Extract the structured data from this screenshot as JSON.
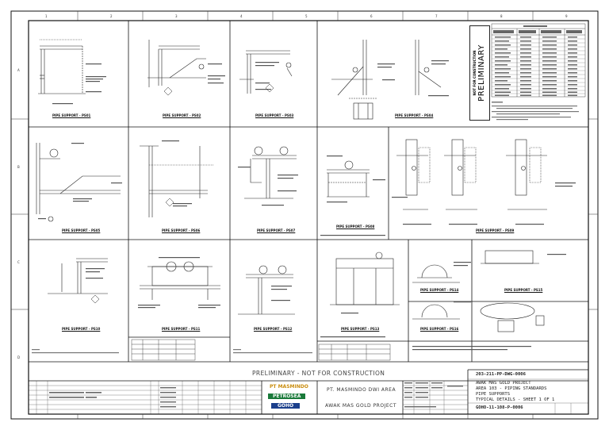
{
  "stamp": {
    "banner": "PRELIMINARY - NOT FOR CONSTRUCTION",
    "vertical_small": "NOT FOR CONSTRUCTION",
    "vertical_big": "PRELIMINARY"
  },
  "companies": [
    {
      "name": "PT MASMINDO",
      "color": "#e0a020"
    },
    {
      "name": "PETROSEA",
      "color": "#1a7a3a"
    },
    {
      "name": "GOHO",
      "color": "#1b3f8c"
    }
  ],
  "project": {
    "owner": "PT. MASMINDO DWI AREA",
    "name": "AWAK MAS GOLD PROJECT"
  },
  "title_block": {
    "drawing_number": "203-211-PP-DWG-0006",
    "lines": [
      "AWAK MAS GOLD PROJECT",
      "AREA 103 - PIPING STANDARDS",
      "PIPE SUPPORTS",
      "TYPICAL DETAILS - SHEET 1 OF 1"
    ],
    "doc_ref": "GOHO-11-108-P-0006"
  },
  "details": [
    {
      "caption": "PIPE SUPPORT - PS01"
    },
    {
      "caption": "PIPE SUPPORT - PS02"
    },
    {
      "caption": "PIPE SUPPORT - PS03"
    },
    {
      "caption": "PIPE SUPPORT - PS04"
    },
    {
      "caption": "PIPE SUPPORT - PS05"
    },
    {
      "caption": "PIPE SUPPORT - PS06"
    },
    {
      "caption": "PIPE SUPPORT - PS07"
    },
    {
      "caption": "PIPE SUPPORT - PS08"
    },
    {
      "caption": "PIPE SUPPORT - PS09"
    },
    {
      "caption": "PIPE SUPPORT - PS10"
    },
    {
      "caption": "PIPE SUPPORT - PS11"
    },
    {
      "caption": "PIPE SUPPORT - PS12"
    },
    {
      "caption": "PIPE SUPPORT - PS13"
    },
    {
      "caption": "PIPE SUPPORT - PS14"
    },
    {
      "caption": "PIPE SUPPORT - PS15"
    },
    {
      "caption": "PIPE SUPPORT - PS16"
    }
  ],
  "colors": {
    "line": "#222222",
    "frame": "#000000"
  }
}
